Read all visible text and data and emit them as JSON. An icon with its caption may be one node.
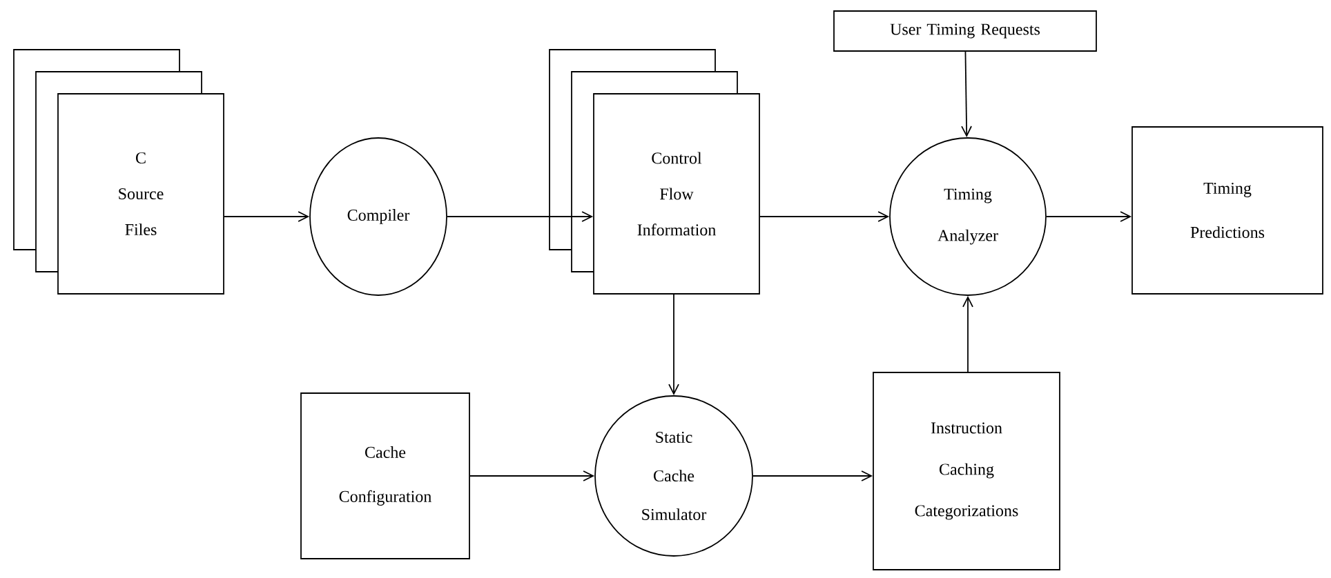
{
  "diagram": {
    "nodes": [
      {
        "text": [
          "C Source Files"
        ]
      },
      {
        "text": [
          "Compiler"
        ]
      },
      {
        "text": [
          "Control Flow Information"
        ]
      },
      {
        "text": [
          "User Timing Requests"
        ]
      },
      {
        "text": [
          "Timing Analyzer"
        ]
      },
      {
        "text": [
          "Timing Predictions"
        ]
      },
      {
        "text": [
          "Cache Configuration"
        ]
      },
      {
        "text": [
          "Static Cache Simulator"
        ]
      },
      {
        "text": [
          "Instruction Caching Categorizations"
        ]
      }
    ],
    "edges": [
      {
        "from": 0,
        "to": 1,
        "arrow": "to"
      },
      {
        "from": 1,
        "to": 2,
        "arrow": "to"
      },
      {
        "from": 2,
        "to": 4,
        "arrow": "to"
      },
      {
        "from": 3,
        "to": 4,
        "arrow": "to"
      },
      {
        "from": 4,
        "to": 5,
        "arrow": "to"
      },
      {
        "from": 2,
        "to": 7,
        "arrow": "to"
      },
      {
        "from": 6,
        "to": 7,
        "arrow": "to"
      },
      {
        "from": 7,
        "to": 8,
        "arrow": "to"
      },
      {
        "from": 8,
        "to": 4,
        "arrow": "to"
      }
    ]
  }
}
